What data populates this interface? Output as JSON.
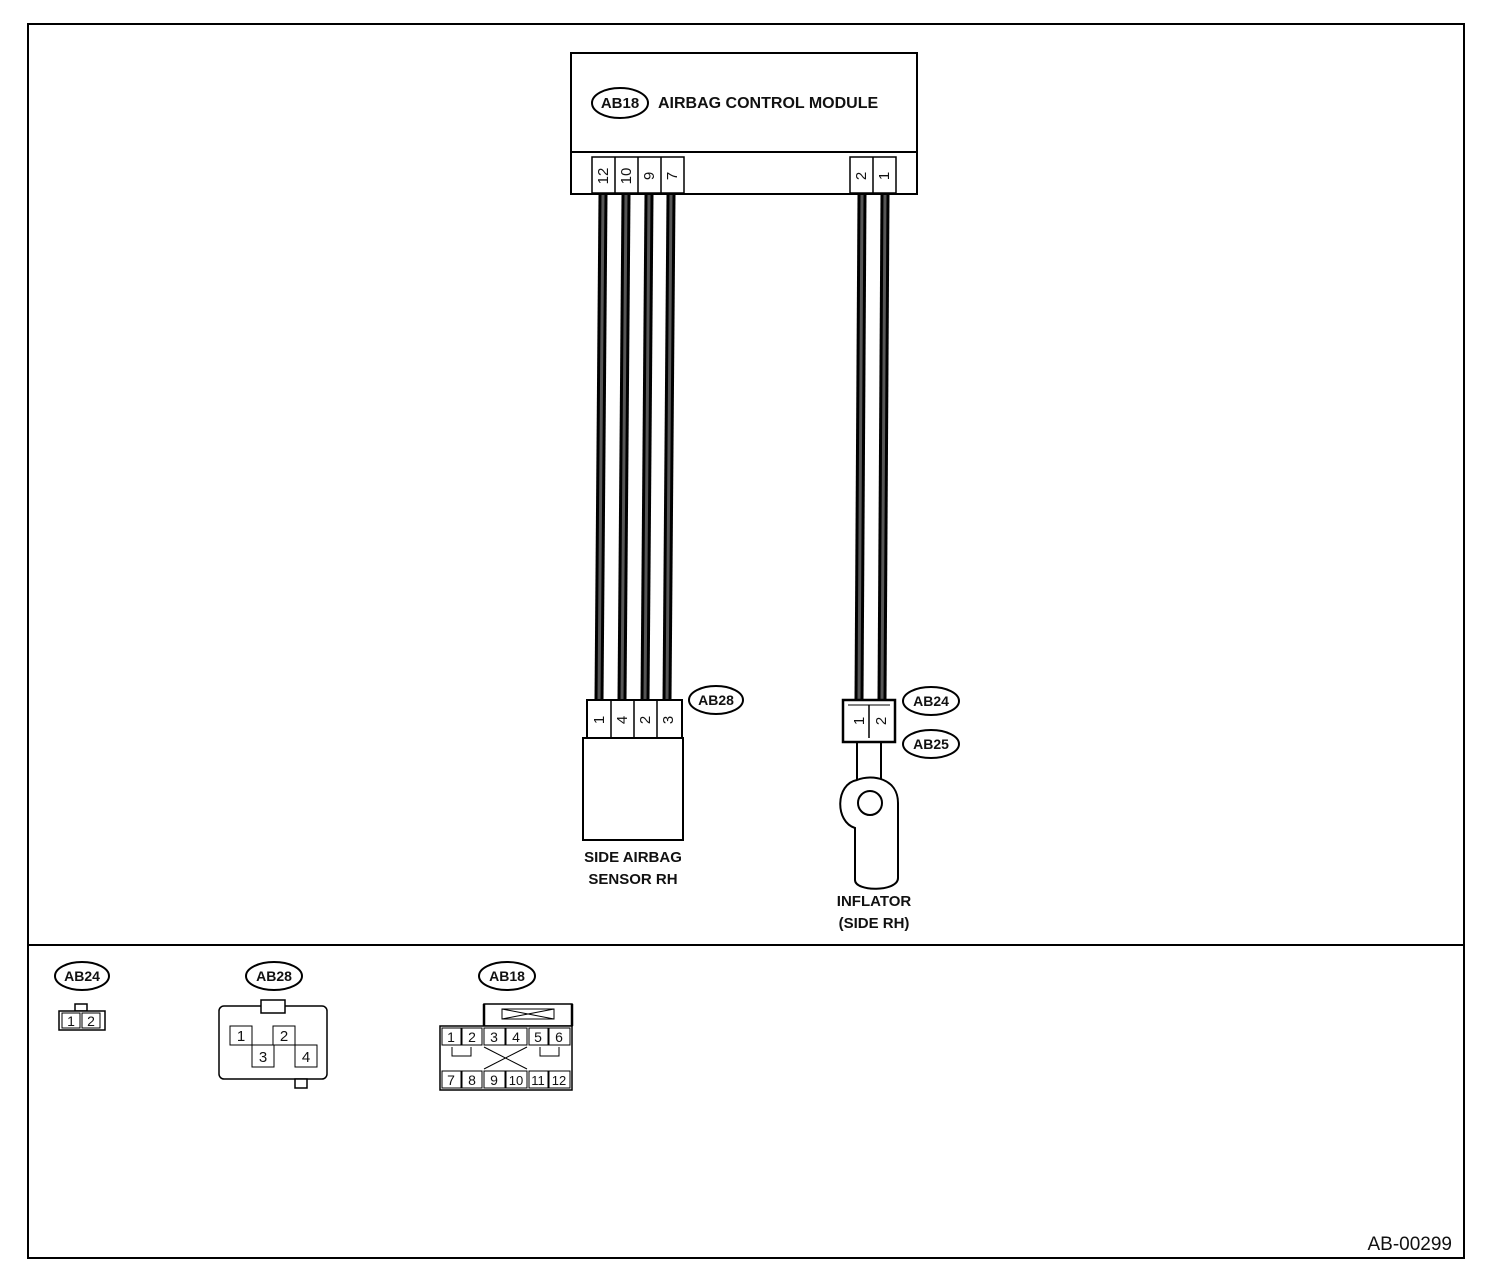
{
  "module": {
    "connector_id": "AB18",
    "name": "AIRBAG CONTROL MODULE",
    "pins_left": [
      "12",
      "10",
      "9",
      "7"
    ],
    "pins_right": [
      "2",
      "1"
    ]
  },
  "side_sensor": {
    "connector_id": "AB28",
    "pins": [
      "1",
      "4",
      "2",
      "3"
    ],
    "label_line1": "SIDE AIRBAG",
    "label_line2": "SENSOR RH"
  },
  "inflator": {
    "connector_id_1": "AB24",
    "connector_id_2": "AB25",
    "pins": [
      "1",
      "2"
    ],
    "label_line1": "INFLATOR",
    "label_line2": "(SIDE RH)"
  },
  "views": {
    "ab24": {
      "id": "AB24",
      "pins": [
        "1",
        "2"
      ]
    },
    "ab28": {
      "id": "AB28",
      "pins": [
        "1",
        "2",
        "3",
        "4"
      ]
    },
    "ab18": {
      "id": "AB18",
      "top_row": [
        "1",
        "2",
        "3",
        "4",
        "5",
        "6"
      ],
      "bottom_row": [
        "7",
        "8",
        "9",
        "10",
        "11",
        "12"
      ]
    }
  },
  "figure_ref": "AB-00299"
}
